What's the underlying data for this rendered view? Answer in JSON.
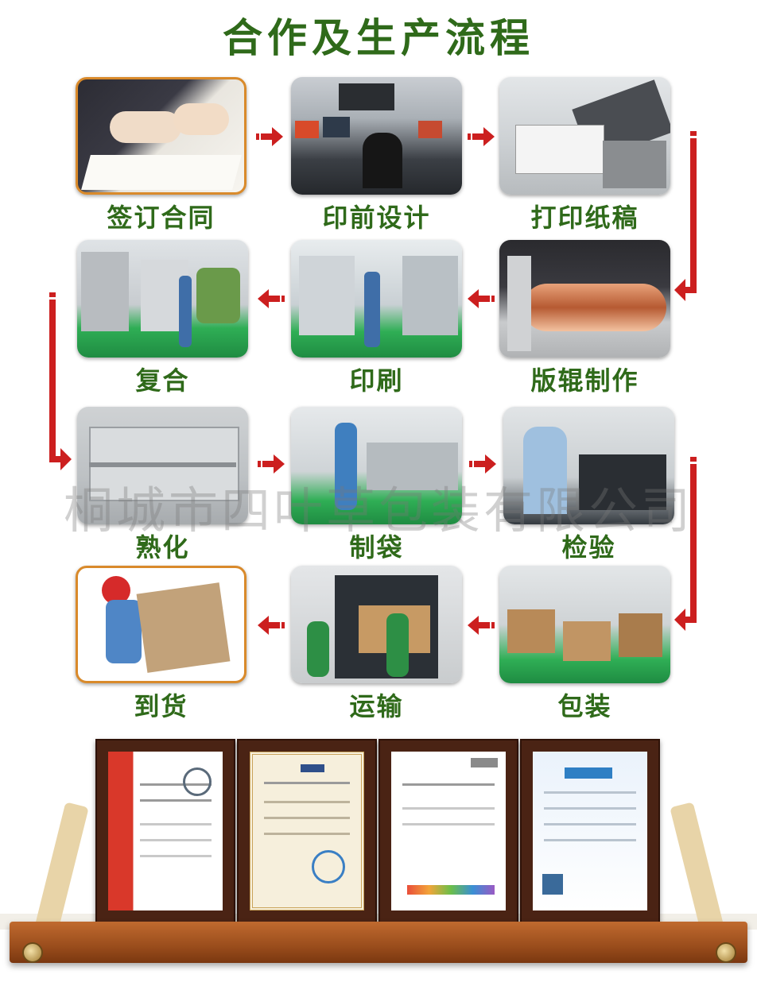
{
  "title": "合作及生产流程",
  "watermark": "桐城市四叶草包装有限公司",
  "steps": [
    {
      "label": "签订合同",
      "icon": "contract-signing-photo"
    },
    {
      "label": "印前设计",
      "icon": "design-office-photo"
    },
    {
      "label": "打印纸稿",
      "icon": "proof-printer-photo"
    },
    {
      "label": "复合",
      "icon": "lamination-machine-photo"
    },
    {
      "label": "印刷",
      "icon": "printing-press-photo"
    },
    {
      "label": "版辊制作",
      "icon": "cylinder-making-photo"
    },
    {
      "label": "熟化",
      "icon": "curing-oven-photo"
    },
    {
      "label": "制袋",
      "icon": "bag-making-photo"
    },
    {
      "label": "检验",
      "icon": "inspection-photo"
    },
    {
      "label": "到货",
      "icon": "delivery-courier-photo"
    },
    {
      "label": "运输",
      "icon": "truck-loading-photo"
    },
    {
      "label": "包装",
      "icon": "warehouse-packing-photo"
    }
  ],
  "colors": {
    "title": "#2f6a1a",
    "arrow": "#cc1f1f",
    "frame": "#d98a2b"
  },
  "certificates": [
    {
      "icon": "brc-certificate-icon"
    },
    {
      "icon": "fda-certificate-icon"
    },
    {
      "icon": "sgs-certificate-icon"
    },
    {
      "icon": "intertek-certificate-icon"
    }
  ]
}
